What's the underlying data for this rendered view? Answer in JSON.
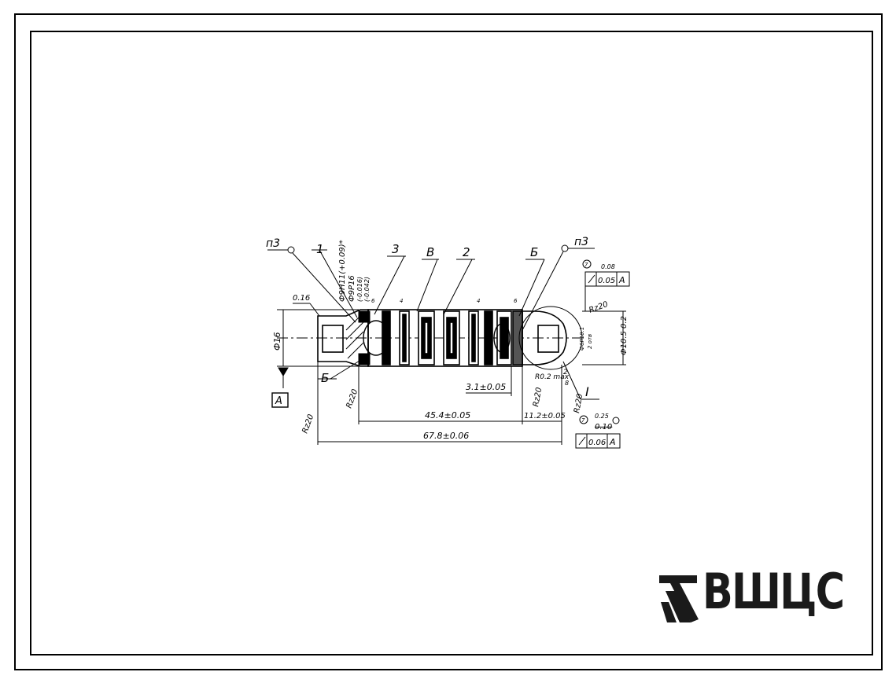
{
  "drawing": {
    "labels": {
      "p3_left": "п3",
      "p3_right": "п3",
      "pos1": "1",
      "pos3": "3",
      "posV": "В",
      "pos2": "2",
      "posB_top": "Б",
      "posB_bottom": "Б",
      "datum": "A",
      "detail": "I",
      "fit_top": "Ф9Н11(+0.09)*",
      "fit_second": "Ф9Р16",
      "fit_third": "(-0.016)",
      "fit_fourth": "(-0.042)",
      "offset_016": "0.16",
      "diameter_16": "Ф16",
      "diameter_105": "Ф10.5 0.2",
      "inner_fit": "Ф6Р10.1",
      "inner_fit_b": "2 отв",
      "rz20_a": "Rz20",
      "rz20_b": "Rz20",
      "rz20_c": "Rz20",
      "rz20_d": "Rz20",
      "rz20_e": "Rz20",
      "r02": "R0.2 max",
      "dim_31": "3.1±0.05",
      "dim_454": "45.4±0.05",
      "dim_112": "11.2±0.05",
      "dim_678": "67.8±0.06",
      "tol_top_small": "0.08",
      "tol_top_value": "0.05",
      "tol_top_datum": "A",
      "tol_bottom_small": "0.25",
      "tol_bottom_strike": "0.10",
      "tol_bottom_value": "0.06",
      "tol_bottom_datum": "A",
      "mark_7a": "7",
      "mark_7b": "7",
      "mark_8": "8",
      "mark_2": "2",
      "mark_6a": "6",
      "mark_6b": "6",
      "mark_4a": "4",
      "mark_4b": "4"
    }
  },
  "logo": {
    "text": "ВШЦС",
    "icon": "vniis-logo-icon"
  }
}
